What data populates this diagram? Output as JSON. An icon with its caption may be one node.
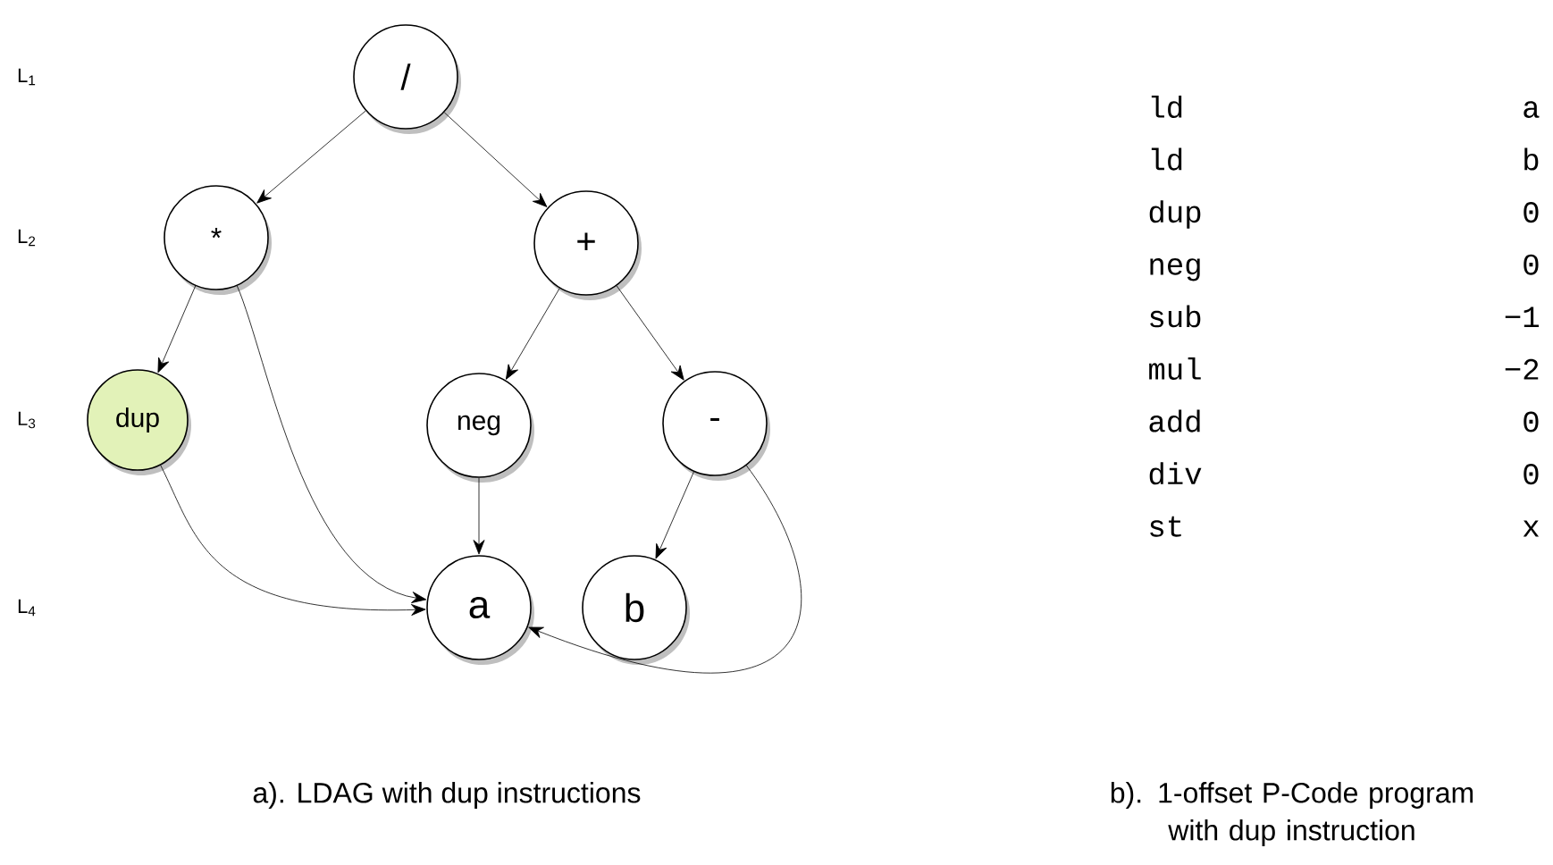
{
  "diagram": {
    "nodes": [
      {
        "text": [
          "/"
        ]
      },
      {
        "text": [
          "*"
        ]
      },
      {
        "text": [
          "+"
        ]
      },
      {
        "text": [
          "dup"
        ]
      },
      {
        "text": [
          "neg"
        ]
      },
      {
        "text": [
          "-"
        ]
      },
      {
        "text": [
          "a"
        ]
      },
      {
        "text": [
          "b"
        ]
      }
    ],
    "edges": [
      {
        "from": 0,
        "to": 1,
        "arrow": "to"
      },
      {
        "from": 0,
        "to": 2,
        "arrow": "to"
      },
      {
        "from": 1,
        "to": 3,
        "arrow": "to"
      },
      {
        "from": 1,
        "to": 6,
        "arrow": "to"
      },
      {
        "from": 2,
        "to": 4,
        "arrow": "to"
      },
      {
        "from": 2,
        "to": 5,
        "arrow": "to"
      },
      {
        "from": 3,
        "to": 6,
        "arrow": "to"
      },
      {
        "from": 4,
        "to": 6,
        "arrow": "to"
      },
      {
        "from": 5,
        "to": 7,
        "arrow": "to"
      },
      {
        "from": 5,
        "to": 6,
        "arrow": "to"
      }
    ],
    "labels": [
      "L$_{1}$",
      "L$_{2}$",
      "L$_{3}$",
      "L$_{4}$",
      "ld",
      "a",
      "ld",
      "b",
      "dup",
      "0",
      "neg",
      "0",
      "sub",
      "−1",
      "mul",
      "−2",
      "add",
      "0",
      "div",
      "0",
      "st",
      "x",
      "a). LDAG with dup instructions",
      "b). 1-offset P-Code program with dup instruction"
    ]
  }
}
